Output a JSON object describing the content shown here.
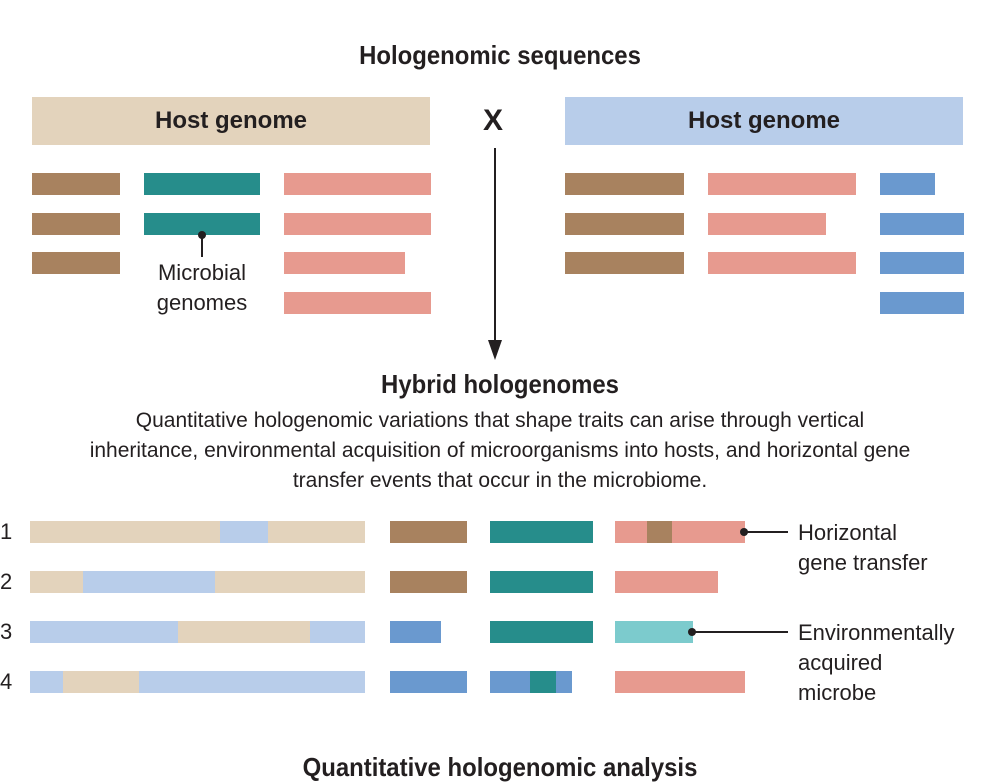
{
  "title": "Hologenomic sequences",
  "host_left": {
    "label": "Host genome",
    "color": "#e3d3bc"
  },
  "host_right": {
    "label": "Host genome",
    "color": "#b8cdea"
  },
  "cross_symbol": "X",
  "microbial_label": "Microbial\ngenomes",
  "hybrid_title": "Hybrid hologenomes",
  "hybrid_caption": "Quantitative hologenomic variations that shape traits can arise through vertical\ninheritance, environmental acquisition of microorganisms into hosts, and horizontal gene\ntransfer events that occur in the microbiome.",
  "row_numbers": [
    "1",
    "2",
    "3",
    "4"
  ],
  "annotations": {
    "hgt": "Horizontal\ngene transfer",
    "env": "Environmentally\nacquired\nmicrobe"
  },
  "bottom_title": "Quantitative hologenomic analysis",
  "colors": {
    "brown": "#a8825f",
    "teal": "#268d8b",
    "salmon": "#e79a8f",
    "blue": "#6a99cf",
    "beige": "#e3d3bc",
    "light_blue": "#b8cdea",
    "light_teal": "#7ccbcd"
  }
}
